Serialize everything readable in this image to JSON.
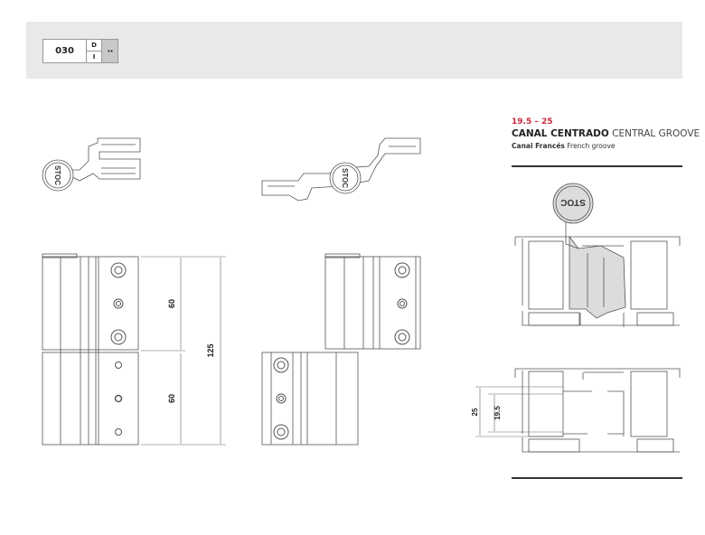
{
  "product_code": {
    "number": "030",
    "hand_right": "D",
    "hand_left": "I",
    "finish_marker": "••"
  },
  "spec": {
    "range": "19.5 – 25",
    "groove_es": "CANAL CENTRADO",
    "groove_en": "CENTRAL GROOVE",
    "sub_es": "Canal Francés",
    "sub_en": "French groove"
  },
  "dimensions": {
    "upper_leaf": "60",
    "lower_leaf": "60",
    "total_height": "125",
    "groove_outer": "25",
    "groove_inner": "19.5"
  },
  "logo_text": "STOC",
  "colors": {
    "accent": "#c8283c",
    "band": "#e9e9e9",
    "line": "#555555",
    "fill": "#dcdcdc"
  }
}
